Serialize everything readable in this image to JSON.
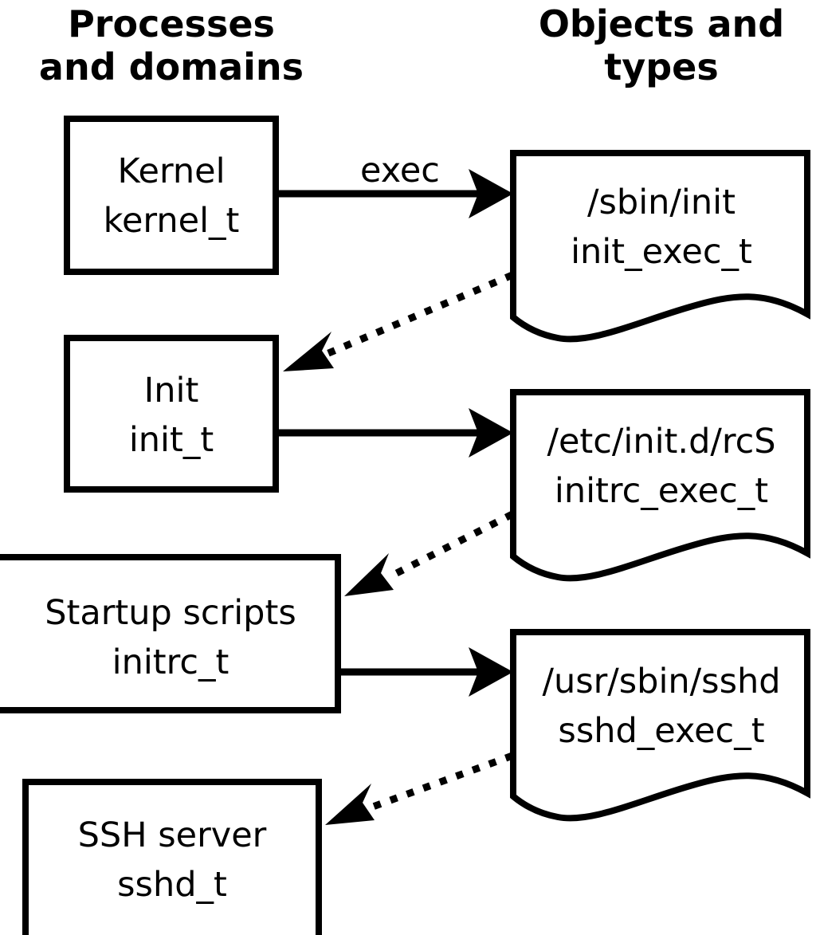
{
  "diagram": {
    "title_left": {
      "line1": "Processes",
      "line2": "and domains"
    },
    "title_right": {
      "line1": "Objects and",
      "line2": "types"
    },
    "processes": [
      {
        "id": "kernel",
        "line1": "Kernel",
        "line2": "kernel_t"
      },
      {
        "id": "init",
        "line1": "Init",
        "line2": "init_t"
      },
      {
        "id": "initrc",
        "line1": "Startup scripts",
        "line2": "initrc_t"
      },
      {
        "id": "sshd",
        "line1": "SSH server",
        "line2": "sshd_t"
      }
    ],
    "objects": [
      {
        "id": "init_exec",
        "line1": "/sbin/init",
        "line2": "init_exec_t"
      },
      {
        "id": "initrc_exec",
        "line1": "/etc/init.d/rcS",
        "line2": "initrc_exec_t"
      },
      {
        "id": "sshd_exec",
        "line1": "/usr/sbin/sshd",
        "line2": "sshd_exec_t"
      }
    ],
    "edges": [
      {
        "id": "kernel-exec-init_exec",
        "label": "exec",
        "style": "solid",
        "from": "kernel",
        "to": "init_exec"
      },
      {
        "id": "init_exec-transition-init",
        "label": "",
        "style": "dotted",
        "from": "init_exec",
        "to": "init"
      },
      {
        "id": "init-exec-initrc_exec",
        "label": "",
        "style": "solid",
        "from": "init",
        "to": "initrc_exec"
      },
      {
        "id": "initrc_exec-transition-initrc",
        "label": "",
        "style": "dotted",
        "from": "initrc_exec",
        "to": "initrc"
      },
      {
        "id": "initrc-exec-sshd_exec",
        "label": "",
        "style": "solid",
        "from": "initrc",
        "to": "sshd_exec"
      },
      {
        "id": "sshd_exec-transition-sshd",
        "label": "",
        "style": "dotted",
        "from": "sshd_exec",
        "to": "sshd"
      }
    ],
    "colors": {
      "stroke": "#000000",
      "fill": "#ffffff",
      "text": "#000000"
    }
  }
}
